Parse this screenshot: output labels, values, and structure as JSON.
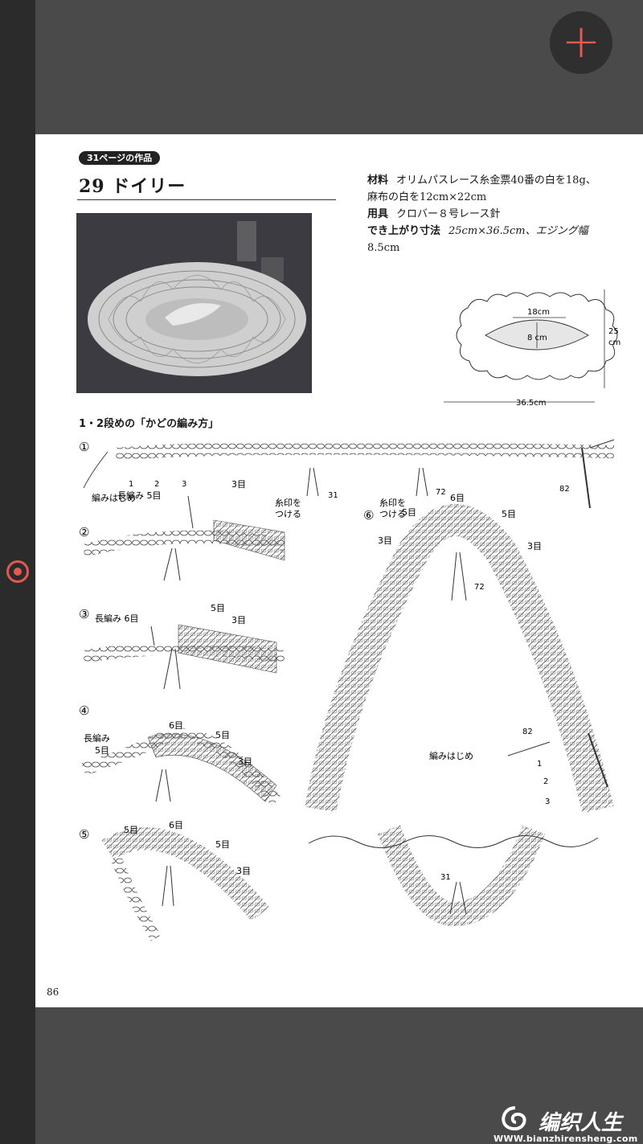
{
  "app": {
    "add_button_label": "+"
  },
  "page": {
    "ref_badge": "31ページの作品",
    "title": "29 ドイリー",
    "page_number": "86",
    "materials_label": "材料",
    "materials_text_1": "オリムパスレース糸金票40番の白を18g、",
    "materials_text_2": "麻布の白を12cm×22cm",
    "tools_label": "用具",
    "tools_text": "クロバー８号レース針",
    "size_label": "でき上がり寸法",
    "size_text_1": "25cm×36.5cm、エジング幅",
    "size_text_2": "8.5cm",
    "section_title": "1・2段めの「かどの編み方」"
  },
  "dimension_diagram": {
    "inner_width": "18cm",
    "inner_height": "8 cm",
    "outer_height_num": "25",
    "outer_height_unit": "cm",
    "outer_width": "36.5cm"
  },
  "steps": [
    {
      "num": "①"
    },
    {
      "num": "②"
    },
    {
      "num": "③"
    },
    {
      "num": "④"
    },
    {
      "num": "⑤"
    },
    {
      "num": "⑥"
    }
  ],
  "labels": {
    "start": "編みはじめ",
    "n1": "1",
    "n2": "2",
    "n3": "3",
    "marker_1": "糸印を",
    "marker_2": "つける",
    "n31": "31",
    "n72": "72",
    "n82": "82",
    "long_5": "長編み 5目",
    "long_6": "長編み 6目",
    "long_only": "長編み",
    "five": "5目",
    "six": "6目",
    "three": "3目"
  },
  "watermark": {
    "brand": "编织人生",
    "url": "WWW.bianzhirensheng.com"
  }
}
